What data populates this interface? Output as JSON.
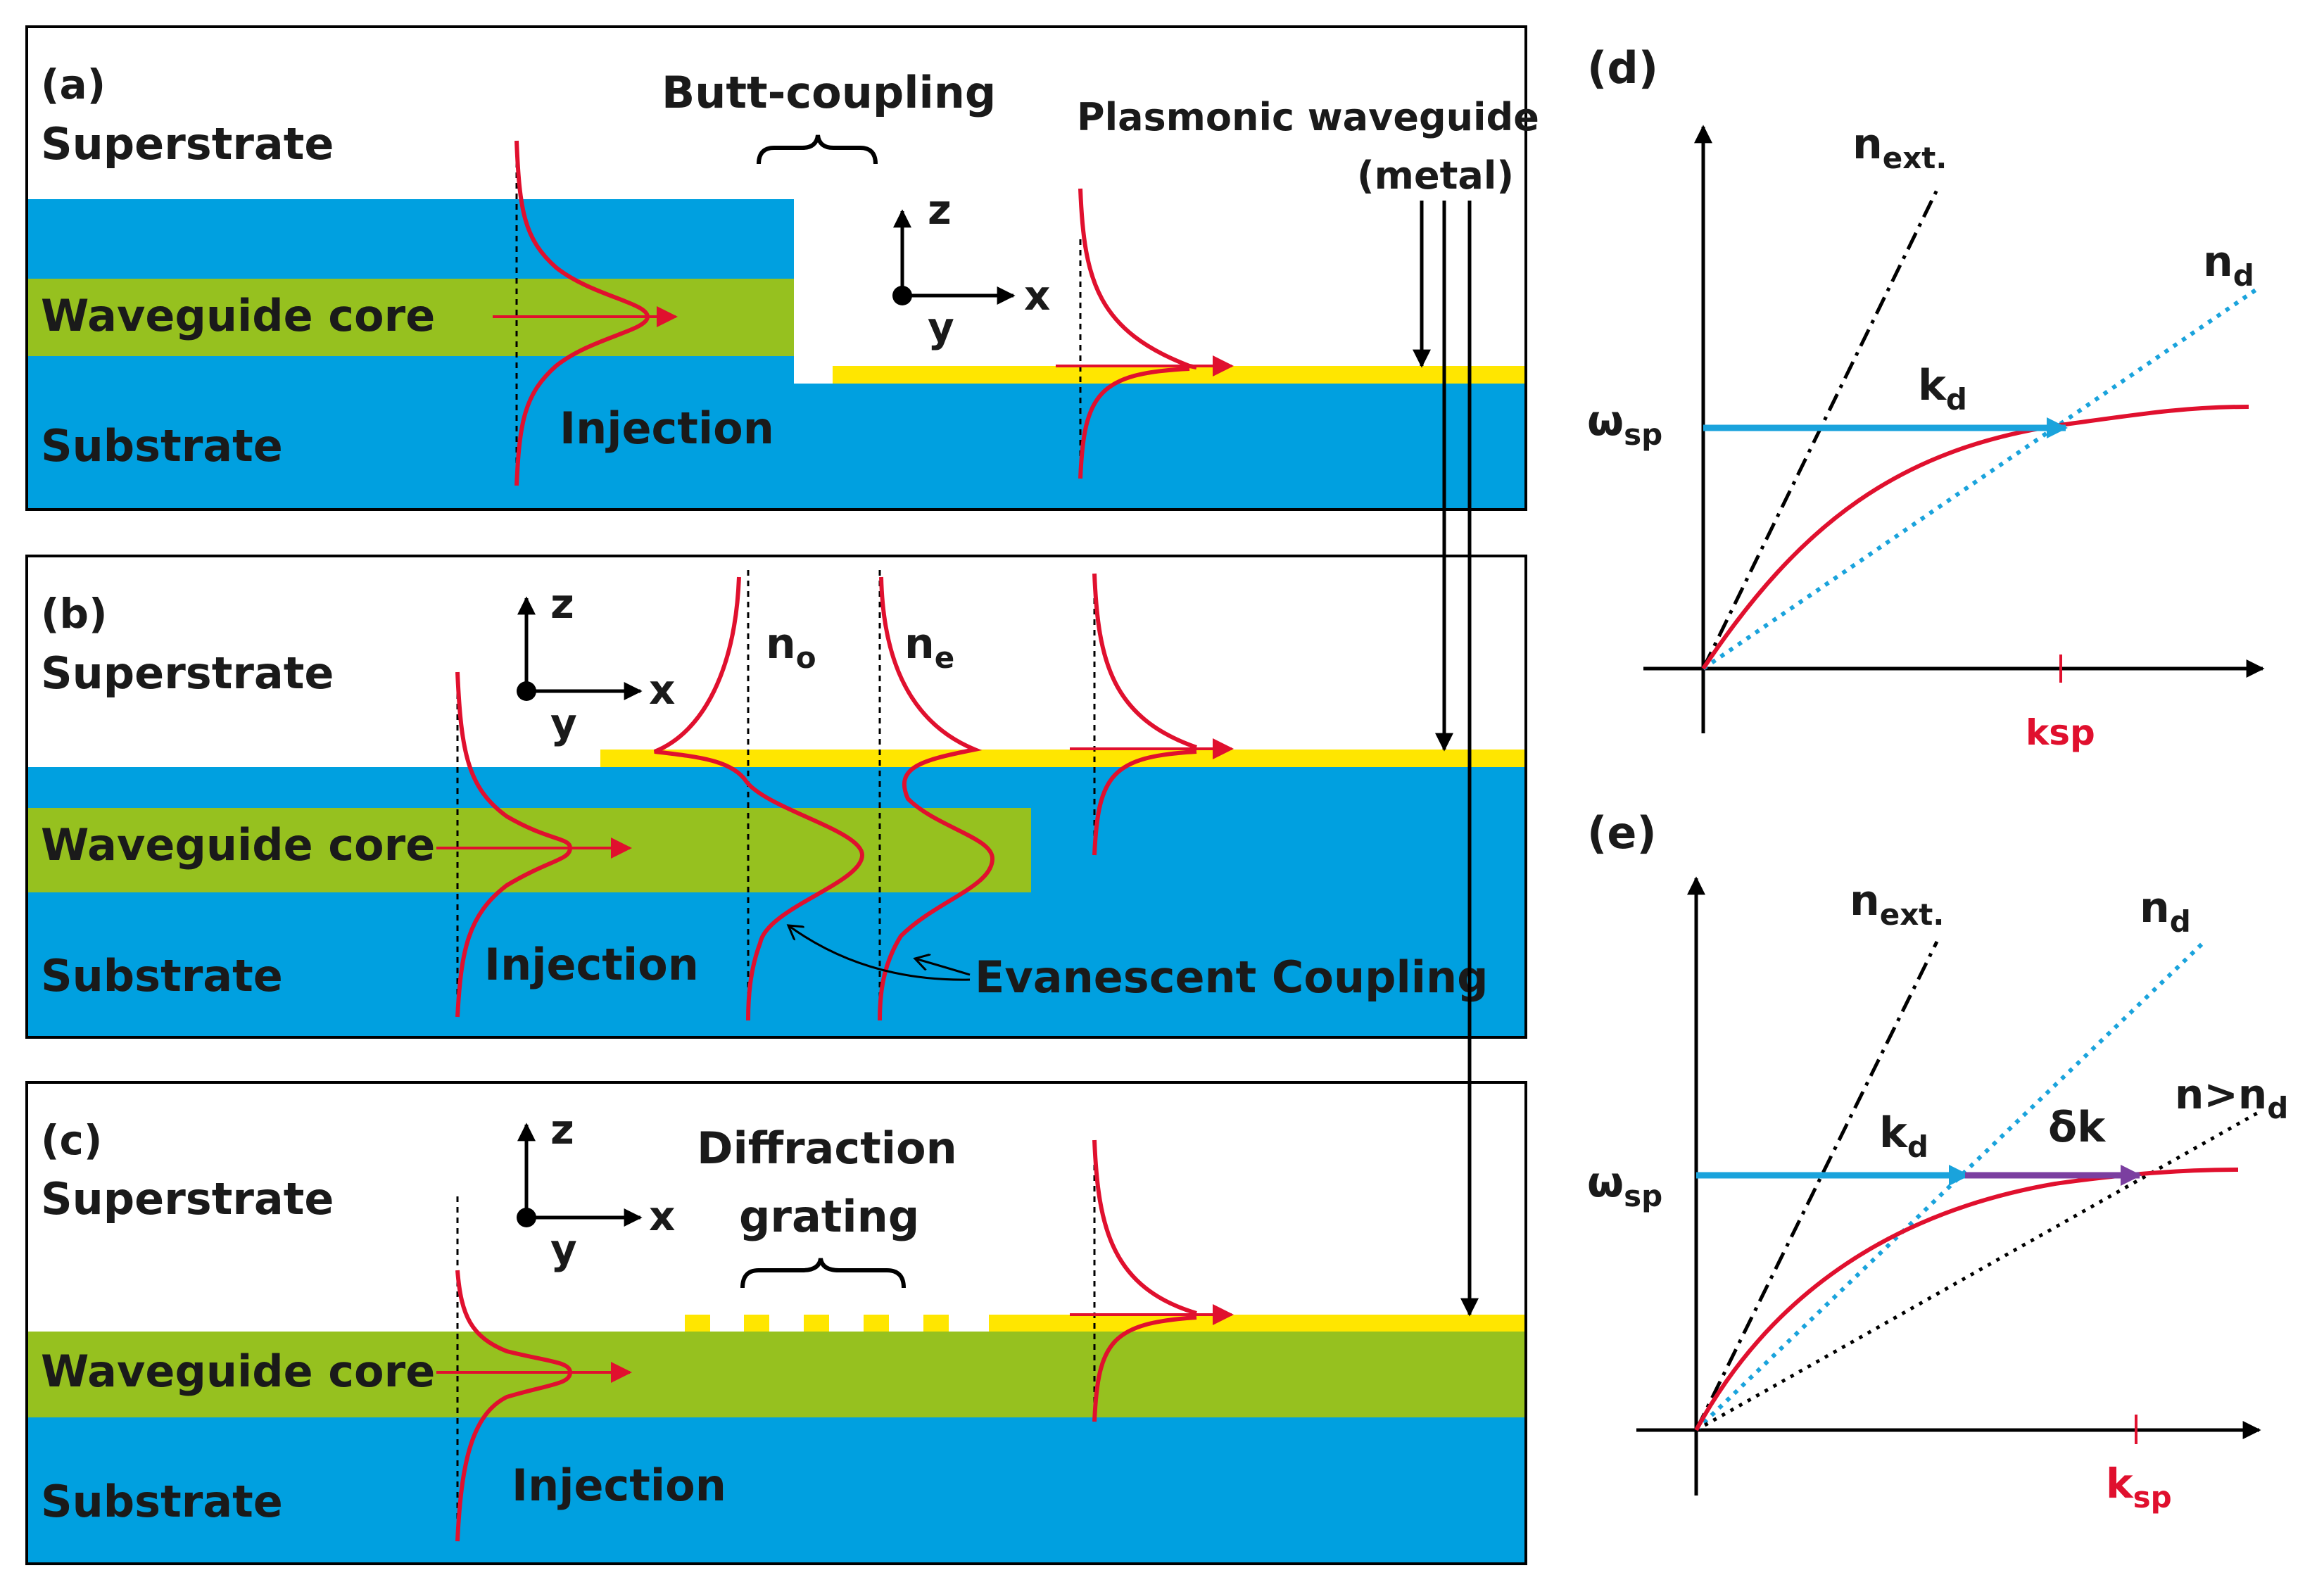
{
  "colors": {
    "cladding": "#00a0e0",
    "core": "#96c11f",
    "metal": "#ffe600",
    "mode": "#e0102e",
    "kd_arrow": "#1aa3dc",
    "deltak_arrow": "#7b3fa0",
    "nd_line": "#1aa3dc"
  },
  "panel_a": {
    "label": "(a)",
    "superstrate": "Superstrate",
    "core": "Waveguide core",
    "substrate": "Substrate",
    "injection": "Injection",
    "butt": "Butt-coupling",
    "plasmonic_line1": "Plasmonic waveguide",
    "plasmonic_line2": "(metal)",
    "axis_z": "z",
    "axis_x": "x",
    "axis_y": "y"
  },
  "panel_b": {
    "label": "(b)",
    "superstrate": "Superstrate",
    "core": "Waveguide core",
    "substrate": "Substrate",
    "injection": "Injection",
    "evanescent": "Evanescent Coupling",
    "n_o": "n",
    "n_o_sub": "o",
    "n_e": "n",
    "n_e_sub": "e",
    "axis_z": "z",
    "axis_x": "x",
    "axis_y": "y"
  },
  "panel_c": {
    "label": "(c)",
    "superstrate": "Superstrate",
    "core": "Waveguide core",
    "substrate": "Substrate",
    "injection": "Injection",
    "diffraction_line1": "Diffraction",
    "diffraction_line2": "grating",
    "axis_z": "z",
    "axis_x": "x",
    "axis_y": "y"
  },
  "panel_d": {
    "label": "(d)",
    "n_ext": "n",
    "n_ext_sub": "ext.",
    "n_d": "n",
    "n_d_sub": "d",
    "k_d": "k",
    "k_d_sub": "d",
    "omega": "ω",
    "omega_sub": "sp",
    "ksp": "ksp"
  },
  "panel_e": {
    "label": "(e)",
    "n_ext": "n",
    "n_ext_sub": "ext.",
    "n_d": "n",
    "n_d_sub": "d",
    "n_gt": "n>n",
    "n_gt_sub": "d",
    "k_d": "k",
    "k_d_sub": "d",
    "delta_k": "δk",
    "omega": "ω",
    "omega_sub": "sp",
    "ksp": "k",
    "ksp_sub": "sp"
  }
}
